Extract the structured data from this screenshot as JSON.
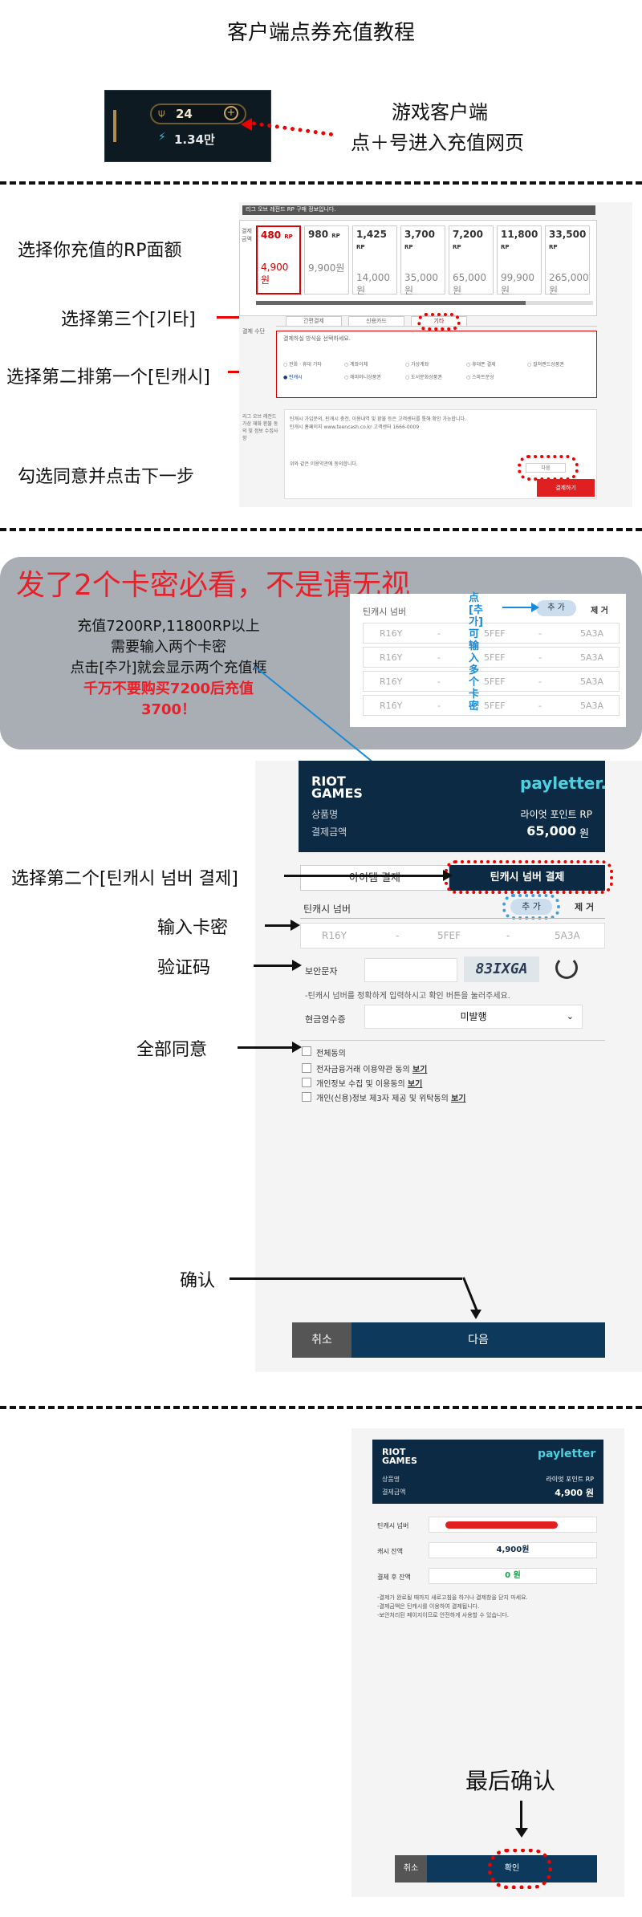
{
  "title": "客户端点券充值教程",
  "section1": {
    "client": {
      "rp": "24",
      "rp_extra": "1.34만"
    },
    "note_line1": "游戏客户端",
    "note_line2": "点＋号进入充值网页"
  },
  "section2": {
    "label_amount": "选择你充值的RP面额",
    "label_third": "选择第三个[기타]",
    "label_second_row": "选择第二排第一个[틴캐시]",
    "label_agree": "勾选同意并点击下一步",
    "header_note": "리그 오브 레전드 RP 구매 정보입니다.",
    "amount_title": "결제 금액",
    "rp_options": [
      {
        "amount": "480",
        "unit": "RP",
        "price": "4,900원"
      },
      {
        "amount": "980",
        "unit": "RP",
        "price": "9,900원"
      },
      {
        "amount": "1,425",
        "unit": "RP",
        "price": "14,000원"
      },
      {
        "amount": "3,700",
        "unit": "RP",
        "price": "35,000원"
      },
      {
        "amount": "7,200",
        "unit": "RP",
        "price": "65,000원"
      },
      {
        "amount": "11,800",
        "unit": "RP",
        "price": "99,900원"
      },
      {
        "amount": "33,500",
        "unit": "RP",
        "price": "265,000원"
      }
    ],
    "method_title": "결제 수단",
    "tabs": [
      "간편결제",
      "신용카드",
      "기타"
    ],
    "method_prompt": "결제하실 방식을 선택하세요.",
    "methods_row1": [
      "전화 · 휴대 기타",
      "계좌이체",
      "가상계좌",
      "휴대폰 결제",
      "컬쳐랜드상품권"
    ],
    "methods_row2": [
      "틴캐시",
      "해피머니상품권",
      "도서문화상품권",
      "스마트문상"
    ],
    "info_title": "리그 오브 레전드 가상 재화 환불 동의 및 정보 수집사항",
    "info_line1": "틴캐시 가입문의, 틴캐시 충전, 이용내역 및 환불 등은 고객센터를 통해 확인 가능합니다.",
    "info_line2": "틴캐시 홈페이지 www.teencash.co.kr 고객센터 1666-0009",
    "agree_text": "위와 같은 이용약관에 동의합니다.",
    "next_small": "다음",
    "submit": "결제하기"
  },
  "section3": {
    "banner": "发了2个卡密必看，不是请无视",
    "line1": "充值7200RP,11800RP以上",
    "line2": "需要输入两个卡密",
    "line3": "点击[추가]就会显示两个充值框",
    "line4": "千万不要购买7200后充值",
    "line5": "3700！",
    "vertical_note": "点[추가]可输入多个卡密",
    "tc_label": "틴캐시 넘버",
    "add": "추 가",
    "remove": "제 거",
    "code_rows": [
      [
        "R16Y",
        "-",
        "5FEF",
        "-",
        "5A3A"
      ],
      [
        "R16Y",
        "-",
        "5FEF",
        "-",
        "5A3A"
      ],
      [
        "R16Y",
        "-",
        "5FEF",
        "-",
        "5A3A"
      ],
      [
        "R16Y",
        "-",
        "5FEF",
        "-",
        "5A3A"
      ]
    ]
  },
  "section4": {
    "brand1": "RIOT GAMES",
    "brand2": "payletter.",
    "product_label": "상품명",
    "product_value": "라이엇 포인트 RP",
    "amount_label": "결제금액",
    "amount_value": "65,000",
    "amount_unit": "원",
    "tab_left": "아이템 결제",
    "tab_right": "틴캐시 넘버 결제",
    "tc_label": "틴캐시 넘버",
    "add": "추 가",
    "remove": "제 거",
    "code": [
      "R16Y",
      "-",
      "5FEF",
      "-",
      "5A3A"
    ],
    "captcha_label": "보안문자",
    "captcha": "83IXGA",
    "captcha_hint": "-틴캐시 넘버를 정확하게 입력하시고 확인 버튼을 눌러주세요.",
    "receipt_label": "현금영수증",
    "receipt_value": "미발행",
    "agree_all": "전체동의",
    "terms": [
      "전자금융거래 이용약관 동의",
      "개인정보 수집 및 이용동의",
      "개인(신용)정보 제3자 제공 및 위탁동의"
    ],
    "view": "보기",
    "label_select_second": "选择第二个[틴캐시 넘버 결제]",
    "label_input": "输入卡密",
    "label_captcha": "验证码",
    "label_agree_all": "全部同意",
    "label_confirm": "确认",
    "cancel": "취소",
    "next": "다음"
  },
  "section5": {
    "brand1": "RIOT GAMES",
    "brand2": "payletter",
    "product_label": "상품명",
    "product_value": "라이엇 포인트 RP",
    "amount_label": "결제금액",
    "amount_value": "4,900 원",
    "tc_label": "틴캐시 넘버",
    "balance_label": "캐시 잔액",
    "balance_value": "4,900원",
    "after_label": "결제 후 잔액",
    "after_value": "0 원",
    "note1": "-결제가 완료될 때까지 새로고침을 하거나 결제창을 닫지 마세요.",
    "note2": "-결제금액은 틴캐시를 이용하여 결제됩니다.",
    "note3": "-보안처리된 페이지이므로 안전하게 사용할 수 있습니다.",
    "label_final": "最后确认",
    "cancel": "취소",
    "confirm": "확인"
  }
}
